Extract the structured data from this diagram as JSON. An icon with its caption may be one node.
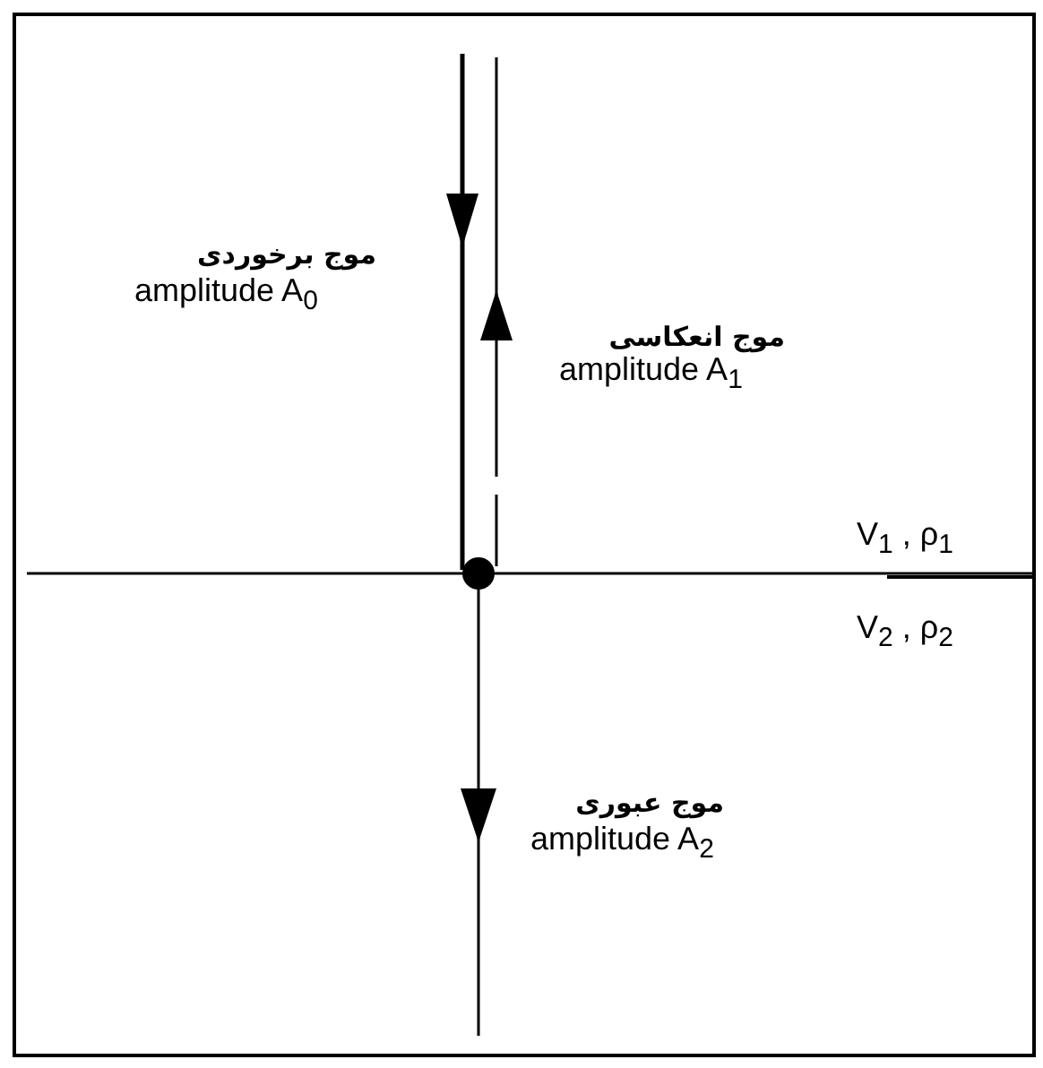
{
  "diagram": {
    "labels": [
      "موج برخوردی",
      "amplitude A$_{0}$",
      "موج انعکاسی",
      "amplitude A$_{1}$",
      "V$_{1}$ , ρ$_{1}$",
      "V$_{2}$ , ρ$_{2}$",
      "موج عبوری",
      "amplitude A$_{2}$"
    ]
  }
}
